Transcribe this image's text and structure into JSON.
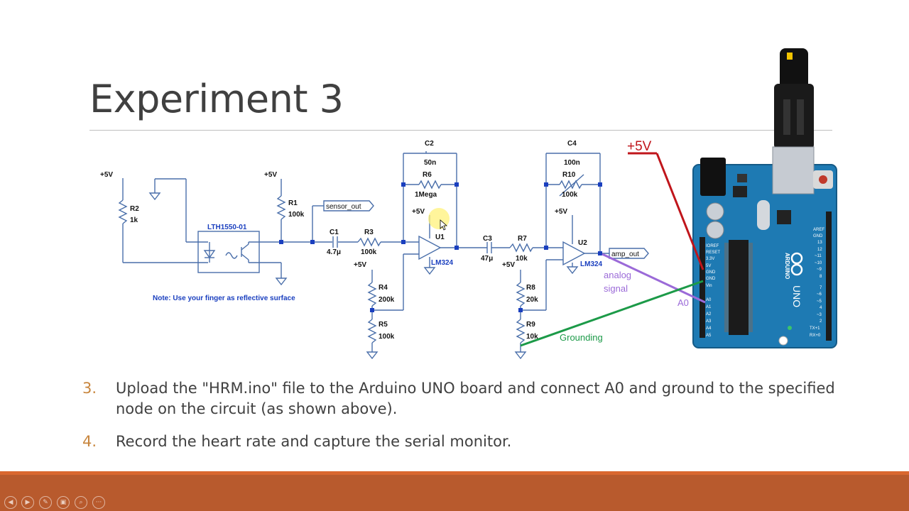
{
  "slide": {
    "title": "Experiment 3",
    "steps": [
      {
        "num": "3.",
        "text": "Upload the \"HRM.ino\" file to the Arduino UNO board and connect A0 and ground to the specified node on the circuit (as shown above)."
      },
      {
        "num": "4.",
        "text": "Record the heart rate and capture the serial monitor."
      }
    ]
  },
  "schematic": {
    "note": "Note: Use your finger as reflective surface",
    "sensor": "LTH1550-01",
    "supply": "+5V",
    "nets": {
      "sensor_out": "sensor_out",
      "amp_out": "amp_out"
    },
    "components": {
      "R1": {
        "name": "R1",
        "value": "100k"
      },
      "R2": {
        "name": "R2",
        "value": "1k"
      },
      "R3": {
        "name": "R3",
        "value": "100k"
      },
      "R4": {
        "name": "R4",
        "value": "200k"
      },
      "R5": {
        "name": "R5",
        "value": "100k"
      },
      "R6": {
        "name": "R6",
        "value": "1Mega"
      },
      "R7": {
        "name": "R7",
        "value": "10k"
      },
      "R8": {
        "name": "R8",
        "value": "20k"
      },
      "R9": {
        "name": "R9",
        "value": "10k"
      },
      "R10": {
        "name": "R10",
        "value": "100k"
      },
      "C1": {
        "name": "C1",
        "value": "4.7μ"
      },
      "C2": {
        "name": "C2",
        "value": "50n"
      },
      "C3": {
        "name": "C3",
        "value": "47μ"
      },
      "C4": {
        "name": "C4",
        "value": "100n"
      },
      "U1": {
        "name": "U1",
        "value": "LM324"
      },
      "U2": {
        "name": "U2",
        "value": "LM324"
      }
    }
  },
  "arduino": {
    "board": "UNO",
    "brand": "ARDUINO",
    "power_label": "+5V",
    "analog_signal_label_1": "analog",
    "analog_signal_label_2": "signal",
    "a0_label": "A0",
    "ground_label": "Grounding",
    "colors": {
      "power": "#c0151b",
      "signal": "#9b6ad8",
      "ground": "#1c9a48",
      "board": "#1e7ab3"
    }
  },
  "controls": [
    "prev-icon",
    "next-icon",
    "pen-icon",
    "slides-icon",
    "zoom-icon",
    "more-icon"
  ]
}
